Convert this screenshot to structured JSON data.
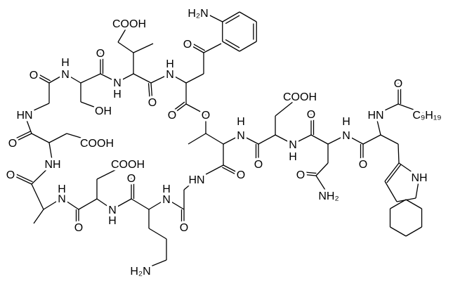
{
  "diagram": {
    "type": "chemical-structure",
    "line_color": "#000000",
    "background": "#ffffff",
    "labels": [
      "COOH",
      "H₂N",
      "O",
      "O",
      "N",
      "H",
      "O",
      "N",
      "H",
      "O",
      "N",
      "H",
      "OH",
      "HN",
      "O",
      "O",
      "O",
      "COOH",
      "NH",
      "COOH",
      "O",
      "HN",
      "O",
      "N",
      "H",
      "N",
      "H",
      "N",
      "H",
      "O",
      "O",
      "H₂N",
      "COOH",
      "O",
      "N",
      "H",
      "N",
      "H",
      "N",
      "H",
      "O",
      "O",
      "O",
      "NH₂",
      "O",
      "HN",
      "O",
      "C₉H₁₉",
      "NH"
    ]
  }
}
